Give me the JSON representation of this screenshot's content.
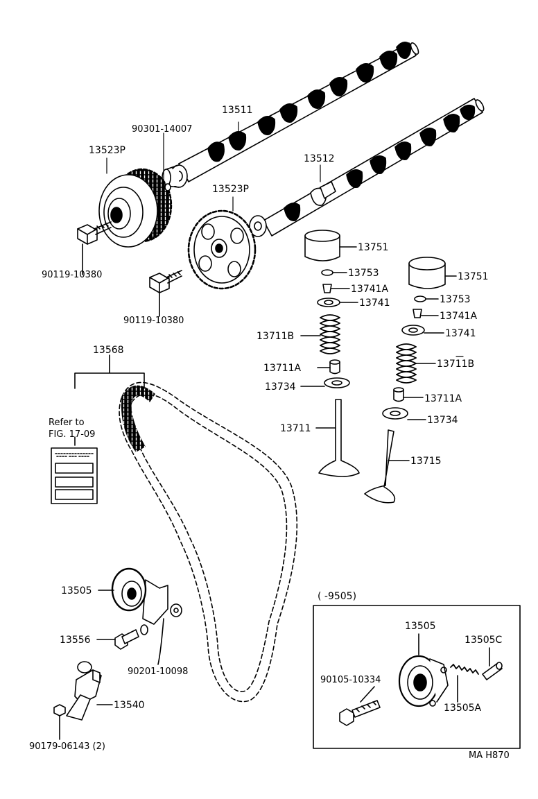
{
  "diagram": {
    "labels": {
      "camshaft_exhaust": "13511",
      "camshaft_intake": "13512",
      "pin_90301": "90301-14007",
      "pulley_left": "13523P",
      "pulley_right": "13523P",
      "bolt_left": "90119-10380",
      "bolt_right": "90119-10380",
      "lifter_left": "13751",
      "lifter_right": "13751",
      "shim_left": "13753",
      "shim_right": "13753",
      "keeper_left": "13741A",
      "keeper_right": "13741A",
      "retainer_left": "13741",
      "retainer_right": "13741",
      "spring_left": "13711B",
      "spring_right": "13711B",
      "seal_left": "13711A",
      "seal_right": "13711A",
      "seat_left": "13734",
      "seat_right": "13734",
      "valve_intake": "13711",
      "valve_exhaust": "13715",
      "timing_belt": "13568",
      "refer_line1": "Refer to",
      "refer_line2": "FIG. 17-09",
      "idler": "13505",
      "idler_bolt": "13556",
      "washer": "90201-10098",
      "union": "13540",
      "union_nut": "90179-06143 (2)",
      "inset_header": "(       -9505)",
      "inset_idler": "13505",
      "inset_collar": "13505C",
      "inset_bolt": "90105-10334",
      "inset_spring": "13505A",
      "drawing_code": "MA H870"
    }
  }
}
